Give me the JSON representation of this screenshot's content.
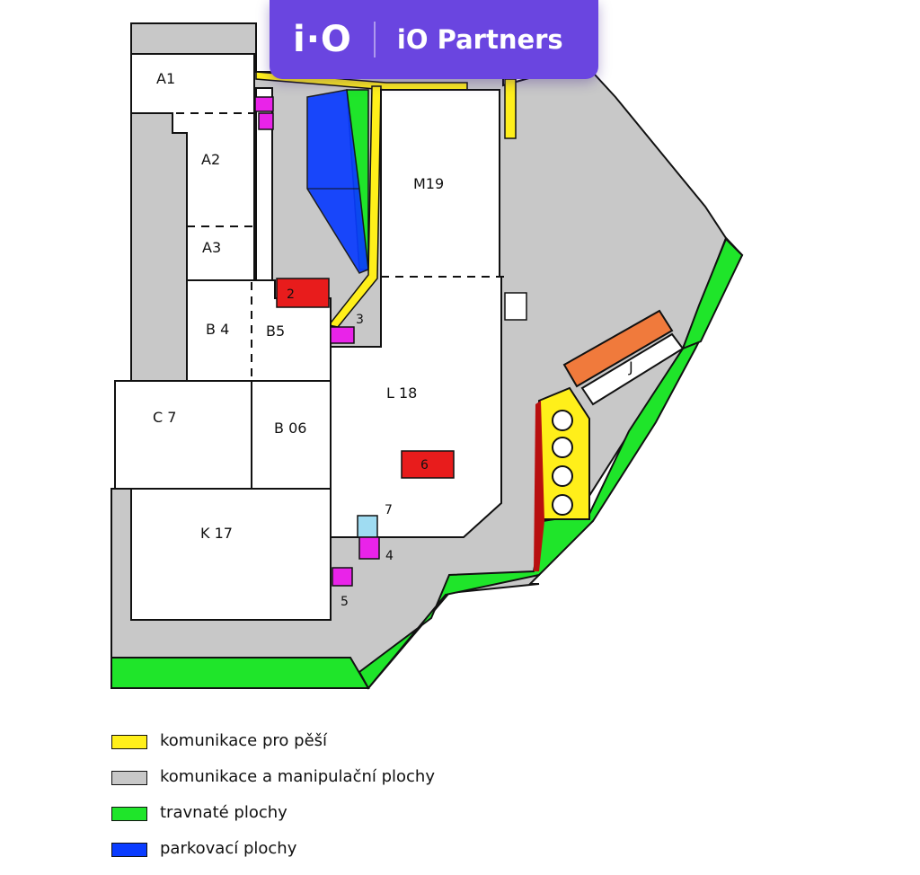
{
  "brand": {
    "logo_mark": "i·O",
    "name": "iO Partners",
    "color": "#6a45e0"
  },
  "map": {
    "units": {
      "a1": "A1",
      "a2": "A2",
      "a3": "A3",
      "b4": "B 4",
      "b5": "B5",
      "c7": "C 7",
      "b06": "B 06",
      "k17": "K 17",
      "l18": "L 18",
      "m19": "M19",
      "j": "J"
    },
    "markers": {
      "m2": "2",
      "m3": "3",
      "m4": "4",
      "m5": "5",
      "m6": "6",
      "m7": "7"
    },
    "colors": {
      "yellow": "#ffef1a",
      "gray": "#c8c8c8",
      "green": "#1fe52a",
      "blue": "#0a3cff",
      "red": "#e81c1c",
      "magenta": "#e923e9",
      "orange": "#f07a3c",
      "lightblue": "#9fdcf2"
    }
  },
  "legend": [
    {
      "label": "komunikace pro pěší",
      "color": "#ffef1a"
    },
    {
      "label": "komunikace a manipulační plochy",
      "color": "#c8c8c8"
    },
    {
      "label": "travnaté plochy",
      "color": "#1fe52a"
    },
    {
      "label": "parkovací plochy",
      "color": "#0a3cff"
    }
  ]
}
